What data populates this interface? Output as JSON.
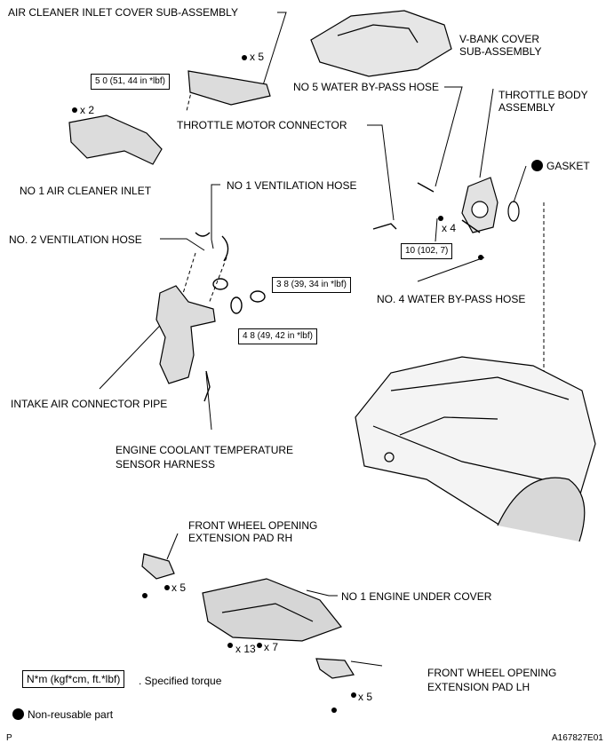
{
  "labels": {
    "air_cleaner_inlet_cover": "AIR CLEANER INLET COVER SUB-ASSEMBLY",
    "v_bank_cover": "V-BANK COVER",
    "v_bank_cover_2": "SUB-ASSEMBLY",
    "no5_water_bypass_hose": "NO  5 WATER BY-PASS HOSE",
    "throttle_body": "THROTTLE BODY",
    "throttle_body_2": "ASSEMBLY",
    "throttle_motor_connector": "THROTTLE MOTOR CONNECTOR",
    "gasket": "GASKET",
    "no1_air_cleaner_inlet": "NO  1 AIR CLEANER INLET",
    "no1_ventilation_hose": "NO  1 VENTILATION HOSE",
    "no2_ventilation_hose": "NO. 2 VENTILATION HOSE",
    "no4_water_bypass_hose": "NO. 4 WATER BY-PASS HOSE",
    "intake_air_connector_pipe": "INTAKE AIR CONNECTOR PIPE",
    "engine_coolant_temp_harness": "ENGINE COOLANT TEMPERATURE",
    "engine_coolant_temp_harness_2": "SENSOR HARNESS",
    "front_wheel_pad_rh": "FRONT WHEEL OPENING",
    "front_wheel_pad_rh_2": "EXTENSION PAD RH",
    "no1_engine_under_cover": "NO  1 ENGINE UNDER COVER",
    "front_wheel_pad_lh": "FRONT WHEEL OPENING",
    "front_wheel_pad_lh_2": "EXTENSION PAD LH"
  },
  "torques": {
    "air_cleaner_inlet": "5 0 (51, 44 in *lbf)",
    "throttle_body": "10 (102, 7)",
    "clamp_upper": "3 8 (39, 34 in *lbf)",
    "clamp_lower": "4 8 (49, 42 in *lbf)"
  },
  "quantities": {
    "cover_bolts": "x 5",
    "inlet_bolts": "x 2",
    "throttle_bolts": "x 4",
    "pad_rh_bolts": "x 5",
    "under_cover_bolts": "x 13",
    "under_cover_screws": "x 7",
    "pad_lh_bolts": "x 5"
  },
  "legend": {
    "torque_units": "N*m (kgf*cm, ft.*lbf)",
    "torque_text": ". Specified torque",
    "non_reusable": "Non-reusable part"
  },
  "footer": {
    "left_mark": "P",
    "figure_code": "A167827E01"
  }
}
